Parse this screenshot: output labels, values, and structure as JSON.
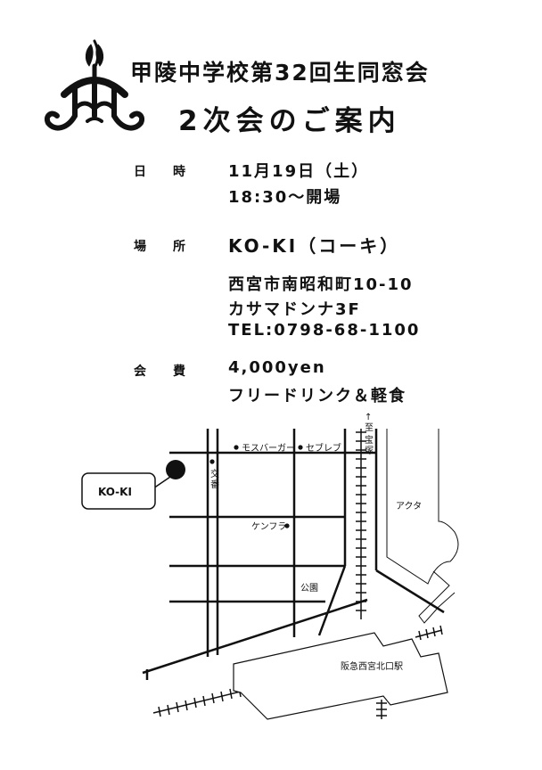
{
  "header": {
    "title": "甲陵中学校第32回生同窓会",
    "subtitle": "2次会のご案内"
  },
  "details": {
    "date": {
      "label_1": "日",
      "label_2": "時",
      "line_1": "11月19日（土）",
      "line_2": "18:30〜開場"
    },
    "venue": {
      "label_1": "場",
      "label_2": "所",
      "name": "KO-KI（コーキ）",
      "address_1": "西宮市南昭和町10-10",
      "address_2": "カサマドンナ3F",
      "tel": "TEL:0798-68-1100"
    },
    "fee": {
      "label_1": "会",
      "label_2": "費",
      "amount": "4,000yen",
      "note": "フリードリンク＆軽食"
    }
  },
  "map": {
    "callout": "KO-KI",
    "koban_1": "交",
    "koban_2": "番",
    "mos": "モスバーガー",
    "seven": "セブレブ",
    "kenfura": "ケンフラ",
    "park": "公園",
    "akta": "アクタ",
    "station": "阪急西宮北口駅",
    "arrow": "↑",
    "dir_1": "至",
    "dir_2": "宝",
    "dir_3": "塚"
  }
}
